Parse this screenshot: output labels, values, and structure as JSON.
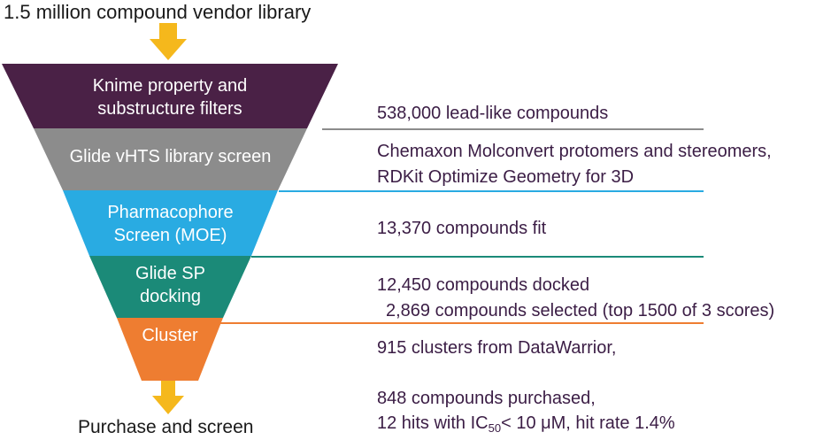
{
  "source_label": "1.5 million compound vendor library",
  "final_label": "Purchase and screen",
  "stages": [
    {
      "line1": "Knime property and",
      "line2": "substructure filters",
      "color": "#4a2146"
    },
    {
      "line1": "Glide vHTS library screen",
      "line2": "",
      "color": "#8c8c8c"
    },
    {
      "line1": "Pharmacophore",
      "line2": "Screen (MOE)",
      "color": "#29abe2"
    },
    {
      "line1": "Glide SP",
      "line2": "docking",
      "color": "#1b8a78"
    },
    {
      "line1": "Cluster",
      "line2": "",
      "color": "#ee7d31"
    }
  ],
  "annotations": {
    "a1": "538,000 lead-like compounds",
    "a2_line1": "Chemaxon Molconvert protomers and stereomers,",
    "a2_line2": "RDKit Optimize Geometry for 3D",
    "a3": "13,370 compounds fit",
    "a4_line1": "12,450 compounds docked",
    "a4_line2": "2,869 compounds selected (top 1500 of 3 scores)",
    "a5": "915 clusters from DataWarrior,",
    "a6_line1": "848 compounds purchased,",
    "a6_line2_pre": "12 hits with IC",
    "a6_line2_sub": "50",
    "a6_line2_post": "< 10 μM, hit rate 1.4%"
  },
  "colors": {
    "arrow": "#f5b81c",
    "line_gray": "#8c8c8c",
    "line_blue": "#29abe2",
    "line_teal": "#1b8a78",
    "line_orange": "#ee7d31"
  }
}
